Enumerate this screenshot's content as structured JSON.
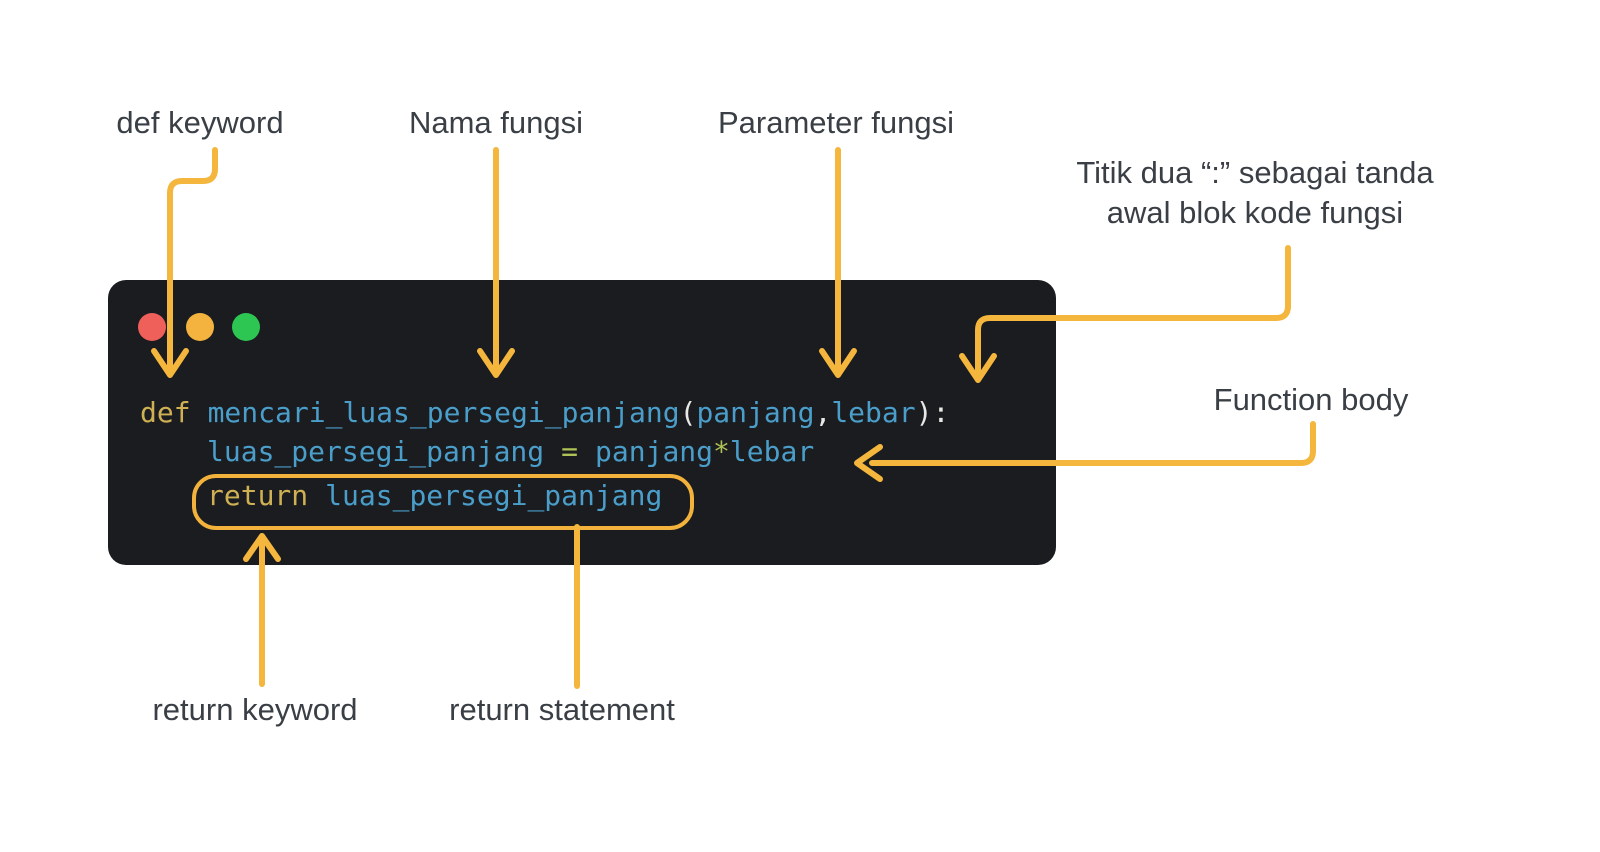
{
  "colors": {
    "canvas_bg": "#ffffff",
    "label_text": "#3a3f45",
    "arrow": "#f4b63c",
    "window_bg": "#1a1c20",
    "keyword": "#cfb052",
    "identifier": "#4a9ec9",
    "operator": "#aec255",
    "punctuation": "#e8e8e6",
    "highlight_box": "#f2b23c",
    "traffic_red": "#f0605a",
    "traffic_yellow": "#f4b33f",
    "traffic_green": "#2dc653"
  },
  "labels": {
    "def_keyword": "def keyword",
    "nama_fungsi": "Nama fungsi",
    "parameter_fungsi": "Parameter fungsi",
    "titik_dua_line1": "Titik dua “:” sebagai tanda",
    "titik_dua_line2": "awal blok kode fungsi",
    "function_body": "Function body",
    "return_keyword": "return keyword",
    "return_statement": "return statement"
  },
  "window": {
    "traffic_lights": [
      "red",
      "yellow",
      "green"
    ]
  },
  "code": {
    "line1": {
      "keyword": "def",
      "function_name": "mencari_luas_persegi_panjang",
      "open_paren": "(",
      "param1": "panjang",
      "comma": ",",
      "param2": "lebar",
      "close_paren": ")",
      "colon": ":"
    },
    "line2": {
      "variable": "luas_persegi_panjang",
      "assign": "=",
      "operand1": "panjang",
      "multiply": "*",
      "operand2": "lebar"
    },
    "line3": {
      "keyword": "return",
      "value": "luas_persegi_panjang"
    }
  }
}
